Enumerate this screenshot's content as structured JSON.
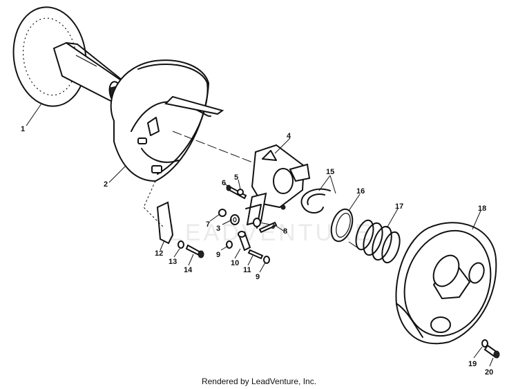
{
  "diagram": {
    "callouts": [
      "1",
      "2",
      "3",
      "3",
      "4",
      "5",
      "6",
      "7",
      "8",
      "9",
      "9",
      "10",
      "11",
      "12",
      "13",
      "14",
      "15",
      "16",
      "17",
      "18",
      "19",
      "20"
    ],
    "watermark": "LEADVENTURE",
    "footer": "Rendered by LeadVenture, Inc."
  }
}
